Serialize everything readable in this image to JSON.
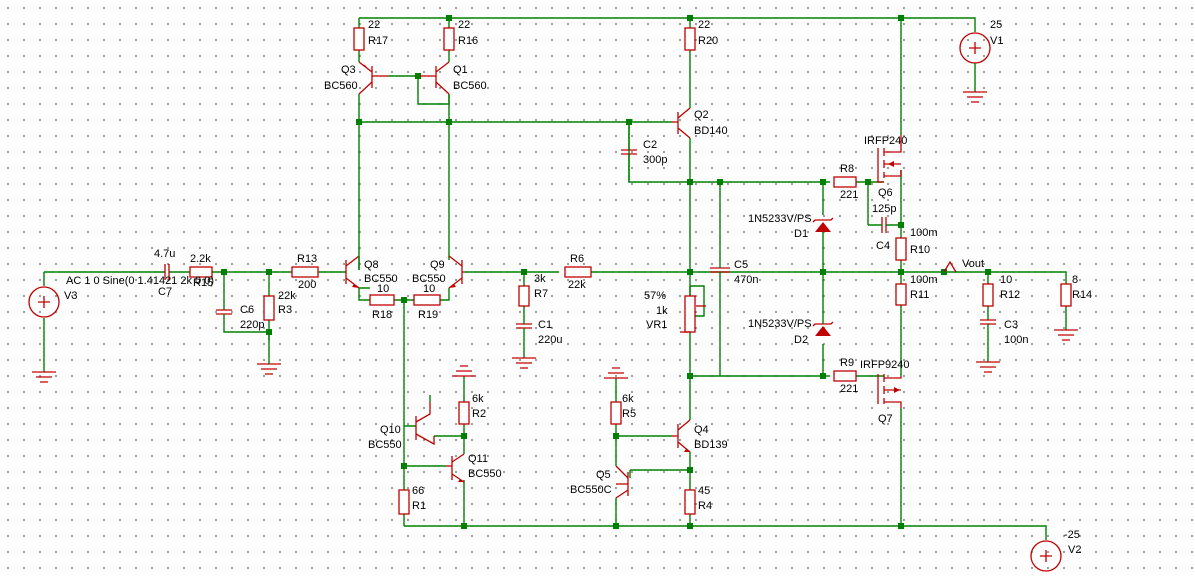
{
  "schematic": {
    "labels": {
      "r17_val": "22",
      "r17": "R17",
      "r16_val": "22",
      "r16": "R16",
      "r20_val": "22",
      "r20": "R20",
      "v1_val": "25",
      "v1": "V1",
      "q3": "Q3",
      "q3_type": "BC560",
      "q1": "Q1",
      "q1_type": "BC560",
      "q2": "Q2",
      "q2_type": "BD140",
      "c2": "C2",
      "c2_val": "300p",
      "q6_type": "IRFP240",
      "q6": "Q6",
      "r8": "R8",
      "r8_val": "221",
      "c4_val": "125p",
      "c4": "C4",
      "r10_val": "100m",
      "r10": "R10",
      "d1_type": "1N5233V/PS",
      "d1": "D1",
      "c7_val": "4.7u",
      "c7": "C7",
      "v3_src": "AC 1 0 Sine(0 1.41421 2k 0 0)",
      "v3": "V3",
      "r15_val": "2.2k",
      "r15": "R15",
      "r13": "R13",
      "r13_val": "200",
      "r3_val": "22k",
      "r3": "R3",
      "c6": "C6",
      "c6_val": "220p",
      "q8": "Q8",
      "q8_type": "BC550",
      "q9": "Q9",
      "q9_type": "BC550",
      "r18_val": "10",
      "r18": "R18",
      "r19_val": "10",
      "r19": "R19",
      "r7_val": "3k",
      "r7": "R7",
      "c1": "C1",
      "c1_val": "220u",
      "r6": "R6",
      "r6_val": "22k",
      "c5": "C5",
      "c5_val": "470n",
      "vr1_pct": "57%",
      "vr1_val": "1k",
      "vr1": "VR1",
      "r11_val": "100m",
      "r11": "R11",
      "vout": "Vout",
      "r12_val": "10",
      "r12": "R12",
      "c3": "C3",
      "c3_val": "100n",
      "r14_val": "8",
      "r14": "R14",
      "d2_type": "1N5233V/PS",
      "d2": "D2",
      "r9": "R9",
      "r9_val": "221",
      "q7_type": "IRFP9240",
      "q7": "Q7",
      "r2_val": "6k",
      "r2": "R2",
      "q10": "Q10",
      "q10_type": "BC550",
      "q11": "Q11",
      "q11_type": "BC550",
      "r1_val": "66",
      "r1": "R1",
      "r5_val": "6k",
      "r5": "R5",
      "q4": "Q4",
      "q4_type": "BD139",
      "q5": "Q5",
      "q5_type": "BC550C",
      "r4_val": "45",
      "r4": "R4",
      "v2_val": "-25",
      "v2": "V2"
    }
  }
}
